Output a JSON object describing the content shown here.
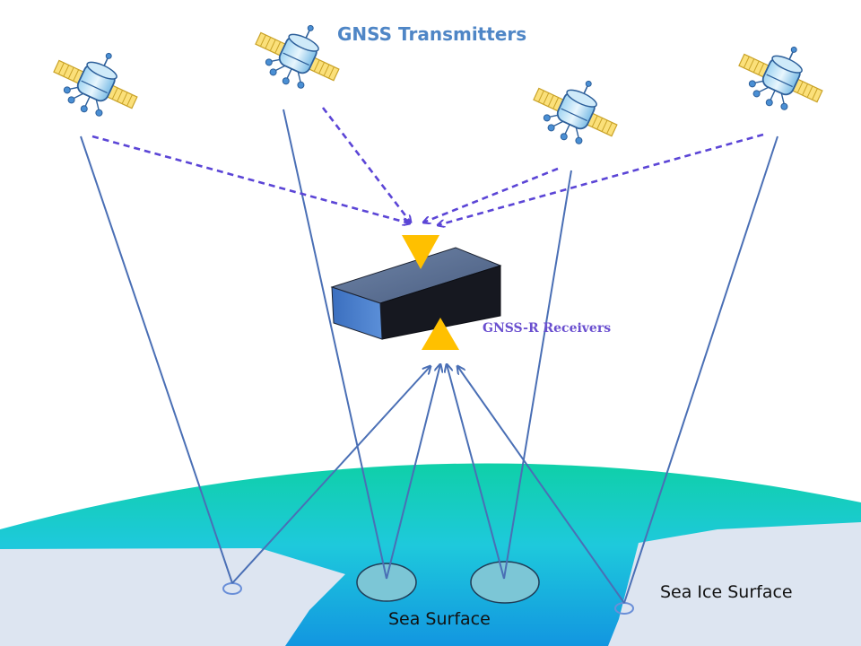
{
  "labels": {
    "transmitters": "GNSS Transmitters",
    "receivers": "GNSS-R Receivers",
    "sea_surface": "Sea Surface",
    "sea_ice_surface": "Sea Ice Surface"
  },
  "colors": {
    "transmitter_label": "#4f86c6",
    "receiver_label": "#6a4fcf",
    "direct_signal": "#5b45d6",
    "reflected_signal": "#4a6fb5",
    "antenna": "#ffc000",
    "receiver_body": "#161820",
    "ocean_light": "#0fd0a8",
    "ocean_mid": "#1ec9dc",
    "ocean_deep": "#1296e0",
    "sea_ice": "#dde5f1"
  },
  "icons": {
    "satellite": "satellite-icon",
    "antenna_up": "antenna-triangle-icon",
    "antenna_down": "antenna-triangle-icon",
    "receiver": "receiver-box-icon"
  }
}
